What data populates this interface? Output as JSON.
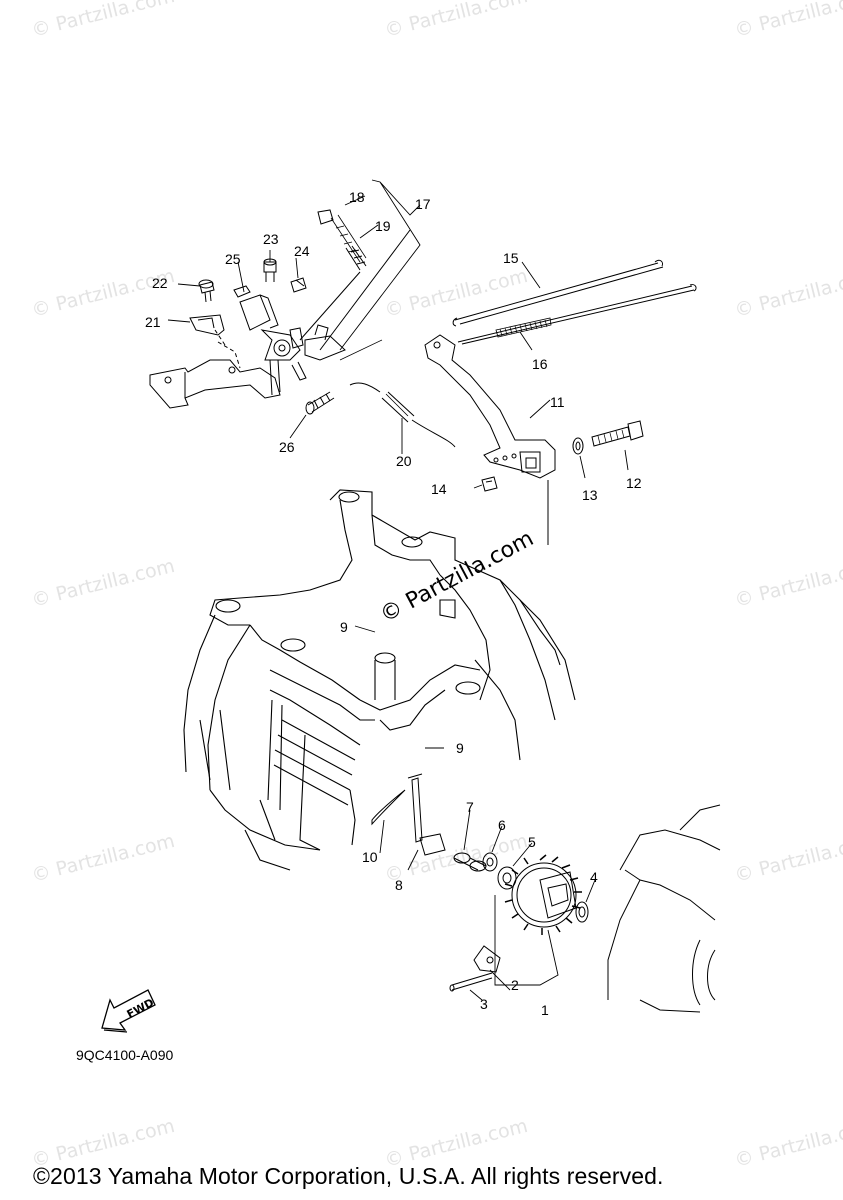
{
  "watermark": {
    "text": "© Partzilla.com"
  },
  "center_watermark": {
    "text": "© Partzilla.com"
  },
  "callouts": [
    "1",
    "2",
    "3",
    "4",
    "5",
    "6",
    "7",
    "8",
    "9",
    "9",
    "10",
    "11",
    "12",
    "13",
    "14",
    "15",
    "16",
    "17",
    "18",
    "19",
    "20",
    "21",
    "22",
    "23",
    "24",
    "25",
    "26"
  ],
  "fwd_label": "FWD",
  "diagram_code": "9QC4100-A090",
  "copyright": "©2013 Yamaha Motor Corporation, U.S.A. All rights reserved."
}
